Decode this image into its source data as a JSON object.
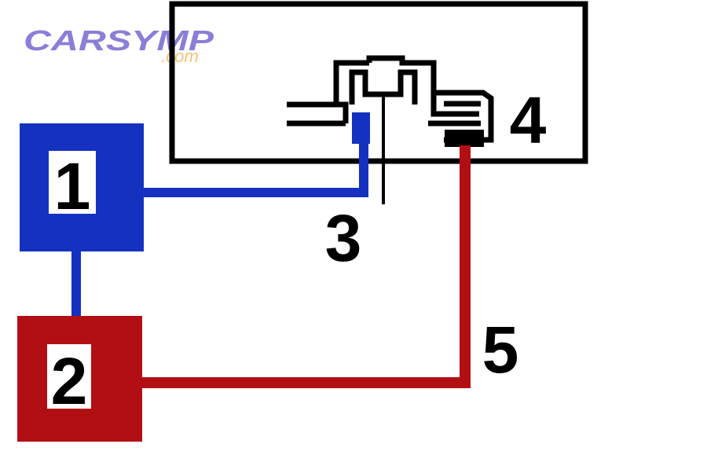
{
  "logo": {
    "main": "CARSYMP",
    "sub": ".com"
  },
  "labels": {
    "box1": "1",
    "box2": "2",
    "label3": "3",
    "label4": "4",
    "label5": "5"
  },
  "colors": {
    "blue": "#1431c0",
    "red": "#b20f14",
    "black": "#000000",
    "logo_purple": "#8a7fd6",
    "logo_orange": "#f1c27a"
  }
}
